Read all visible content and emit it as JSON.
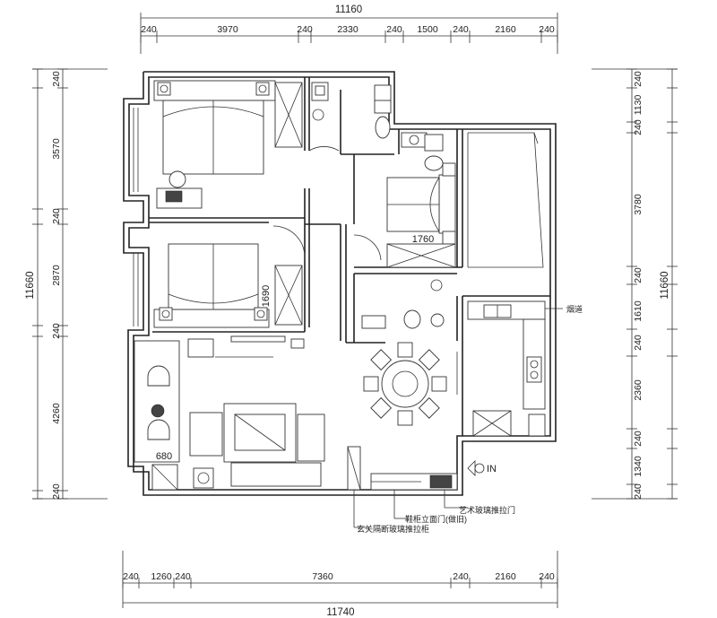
{
  "dimensions": {
    "top_total": "11160",
    "top_segments": [
      "240",
      "3970",
      "240",
      "2330",
      "240",
      "1500",
      "240",
      "2160",
      "240"
    ],
    "bottom_total": "11740",
    "bottom_segments": [
      "240",
      "1260",
      "240",
      "7360",
      "240",
      "2160",
      "240"
    ],
    "left_total": "11660",
    "left_segments": [
      "240",
      "3570",
      "240",
      "2870",
      "240",
      "4260",
      "240"
    ],
    "right_total": "11660",
    "right_segments": [
      "240",
      "1130",
      "240",
      "3780",
      "240",
      "1610",
      "240",
      "2360",
      "240",
      "1340",
      "240"
    ]
  },
  "interior": {
    "bed_width_label": "1760",
    "bed_height_label": "1690",
    "bay_label": "680",
    "entrance_label": "IN",
    "kitchen_note": "烟道"
  },
  "annotations": [
    "艺术玻璃推拉门",
    "鞋柜立面门(做旧)",
    "玄关隔断玻璃推拉柜"
  ]
}
